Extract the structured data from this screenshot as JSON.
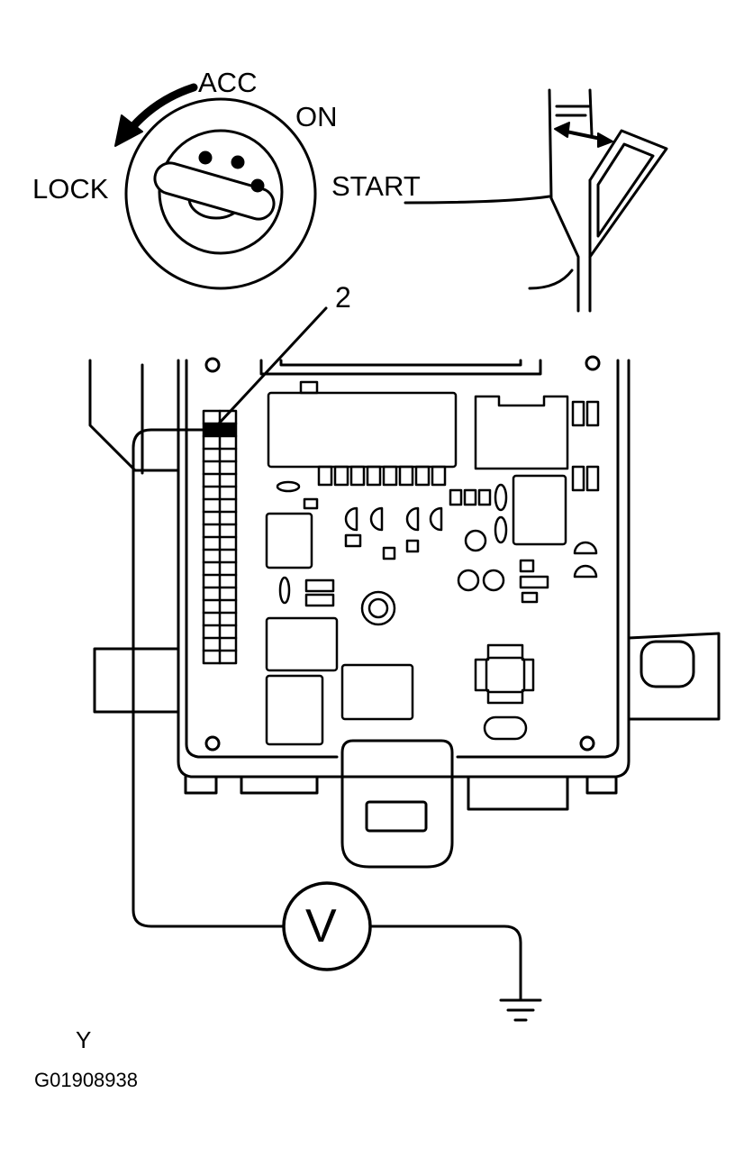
{
  "ignition_switch": {
    "positions": {
      "acc": "ACC",
      "on": "ON",
      "lock": "LOCK",
      "start": "START"
    }
  },
  "callout": "2",
  "meter_symbol": "V",
  "figure_letter": "Y",
  "figure_code": "G01908938",
  "colors": {
    "line": "#000000",
    "background": "#ffffff"
  }
}
